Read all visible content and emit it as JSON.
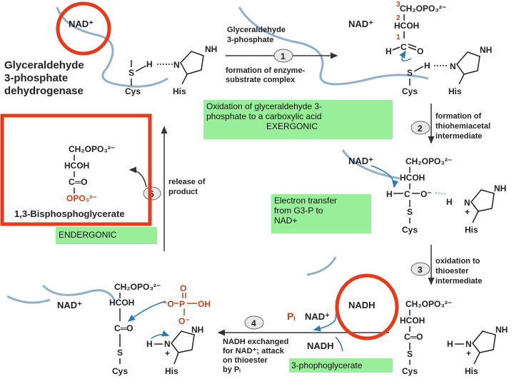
{
  "enzyme": {
    "line1": "Glyceraldehyde",
    "line2": "3-phosphate",
    "line3": "dehydrogenase"
  },
  "labels": {
    "nad_plus": "NAD⁺",
    "nadh": "NADH",
    "cys": "Cys",
    "his": "His",
    "s": "S",
    "h": "H",
    "n": "N",
    "nh": "NH",
    "o": "O",
    "oh": "OH",
    "p": "P",
    "c_eq_o": "C═O",
    "ch2opo3": "CH₂OPO₃²⁻",
    "hcoh": "HCOH",
    "opo3": "OPO₃²⁻",
    "pi": "Pᵢ",
    "plus": "+",
    "minus": "⁻",
    "c": "C",
    "o_minus": "O⁻",
    "minus_o": "⁻O",
    "carbon_numbers": [
      "3",
      "2",
      "1"
    ]
  },
  "steps": {
    "s1": {
      "number": "1",
      "text1": "formation of enzyme-",
      "text2": "substrate complex"
    },
    "s2": {
      "number": "2",
      "text1": "formation of",
      "text2": "thiohemiacetal",
      "text3": "intermediate"
    },
    "s3": {
      "number": "3",
      "text1": "oxidation to",
      "text2": "thioester",
      "text3": "intermediate"
    },
    "s4": {
      "number": "4",
      "text1": "NADH exchanged",
      "text2": "for NAD⁺; attack",
      "text3": "on thioester",
      "text4": "by Pᵢ"
    },
    "s5": {
      "number": "5",
      "text1": "release of",
      "text2": "product"
    }
  },
  "substrate": {
    "line1": "Glyceraldehyde",
    "line2": "3-phosphate"
  },
  "product": {
    "name": "1,3-Bisphosphoglycerate"
  },
  "notes": {
    "oxidation": {
      "line1": "Oxidation of glyceraldehyde 3-",
      "line2": "phosphate to a carboxylic acid",
      "line3": "EXERGONIC"
    },
    "electron": {
      "line1": "Electron transfer",
      "line2": "from G3-P to",
      "line3": "NAD+"
    },
    "endergonic": "ENDERGONIC",
    "phosphoglycerate": "3-phophoglycerate"
  },
  "colors": {
    "accent_red": "#e8391a",
    "nad_blue": "#2a7ab8",
    "highlight_green": "#99ee99",
    "product_red": "#c8401c",
    "text": "#222222"
  }
}
